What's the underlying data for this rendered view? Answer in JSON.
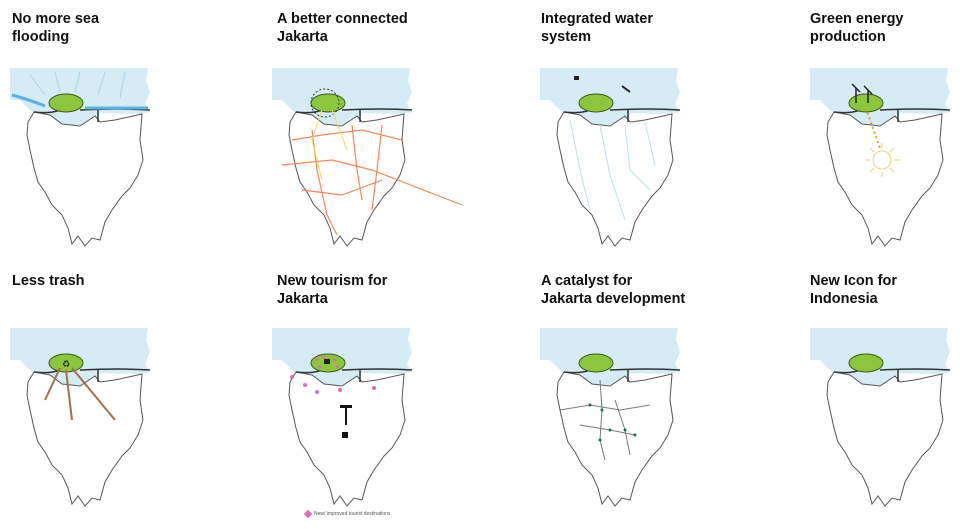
{
  "panels": [
    {
      "title": "No more sea\nflooding"
    },
    {
      "title": "A better connected\nJakarta"
    },
    {
      "title": "Integrated water\nsystem"
    },
    {
      "title": "Green energy\nproduction"
    },
    {
      "title": "Less trash"
    },
    {
      "title": "New tourism for\nJakarta"
    },
    {
      "title": "A catalyst for\nJakarta development"
    },
    {
      "title": "New Icon for\nIndonesia"
    }
  ],
  "legend": {
    "label": "New/ improved tourist destinations"
  },
  "colors": {
    "sea": "#d5ecf5",
    "island": "#8cc63f",
    "road": "#f08a5d",
    "trash": "#a0714a",
    "energy": "#d9a520",
    "tourist": "#e06cb3"
  }
}
